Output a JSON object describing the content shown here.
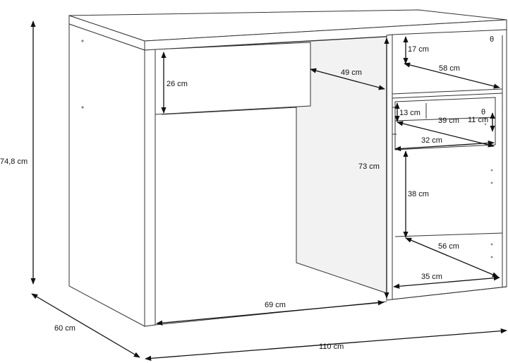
{
  "diagram": {
    "labels": {
      "height_total": "74,8 cm",
      "depth": "60 cm",
      "width_total": "110 cm",
      "leg_opening_width": "69 cm",
      "leg_opening_height": "73 cm",
      "drawer_height": "26 cm",
      "drawer_depth": "49 cm",
      "top_shelf_height": "17 cm",
      "top_shelf_depth": "58 cm",
      "small_drawer_height": "13 cm",
      "small_drawer_depth": "39 cm",
      "small_drawer_width": "32 cm",
      "side_gap": "11 cm",
      "bottom_shelf_height": "38 cm",
      "bottom_shelf_depth": "56 cm",
      "bottom_shelf_width": "35 cm"
    },
    "colors": {
      "line": "#333333",
      "dimension": "#111111",
      "background": "#ffffff"
    }
  }
}
